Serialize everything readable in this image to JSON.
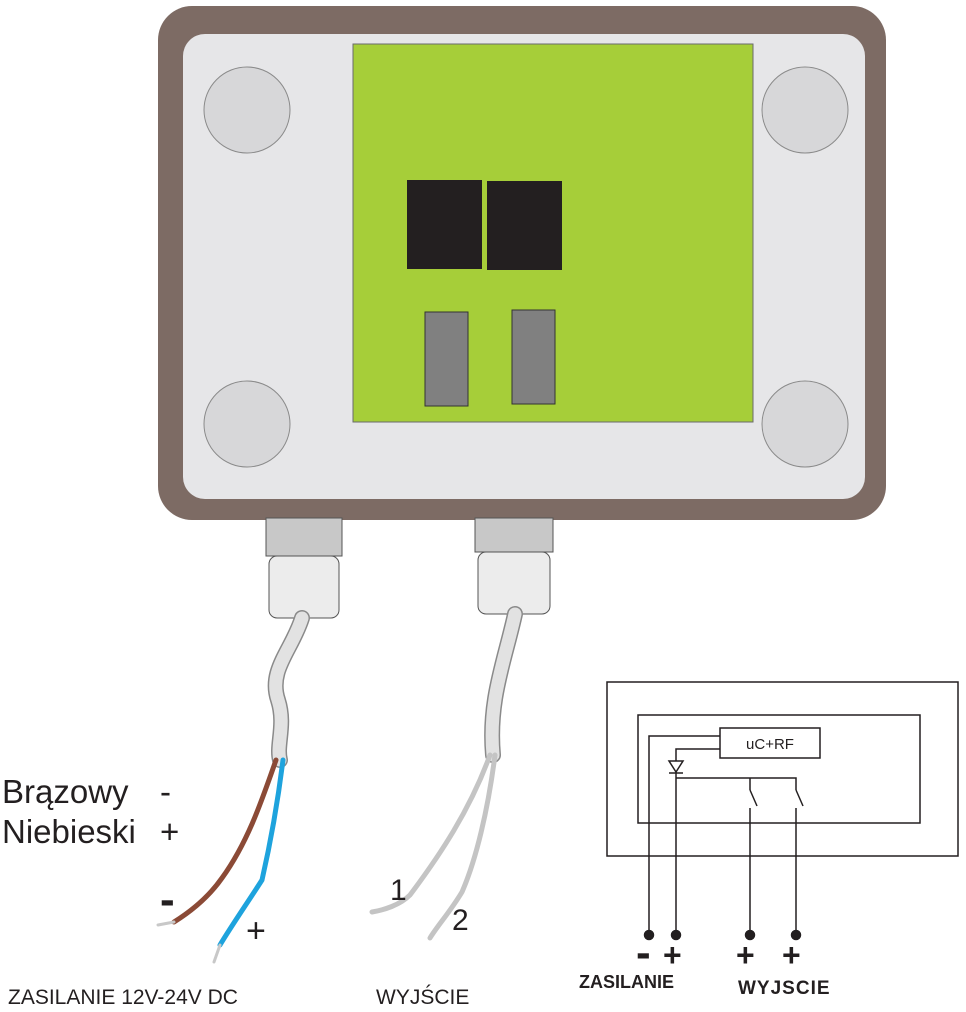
{
  "legend": {
    "brown": "Brązowy",
    "brown_sign": "-",
    "blue": "Niebieski",
    "blue_sign": "+"
  },
  "power_cable": {
    "minus_sign": "-",
    "plus_sign": "+",
    "caption": "ZASILANIE 12V-24V DC"
  },
  "output_cable": {
    "wire1": "1",
    "wire2": "2",
    "caption": "WYJŚCIE"
  },
  "schematic": {
    "module": "uC+RF",
    "minus_sign": "-",
    "plus_sign": "+",
    "out_plus_1": "+",
    "out_plus_2": "+",
    "power_caption": "ZASILANIE",
    "output_caption": "WYJSCIE"
  },
  "colors": {
    "housing_frame": "#7d6b64",
    "housing_face": "#e6e6e8",
    "board": "#a6ce39",
    "relay": "#231f20",
    "terminal": "#808080",
    "brown_wire": "#8b4a36",
    "blue_wire": "#1ea3dd",
    "grey_wire": "#c8c8c8"
  }
}
